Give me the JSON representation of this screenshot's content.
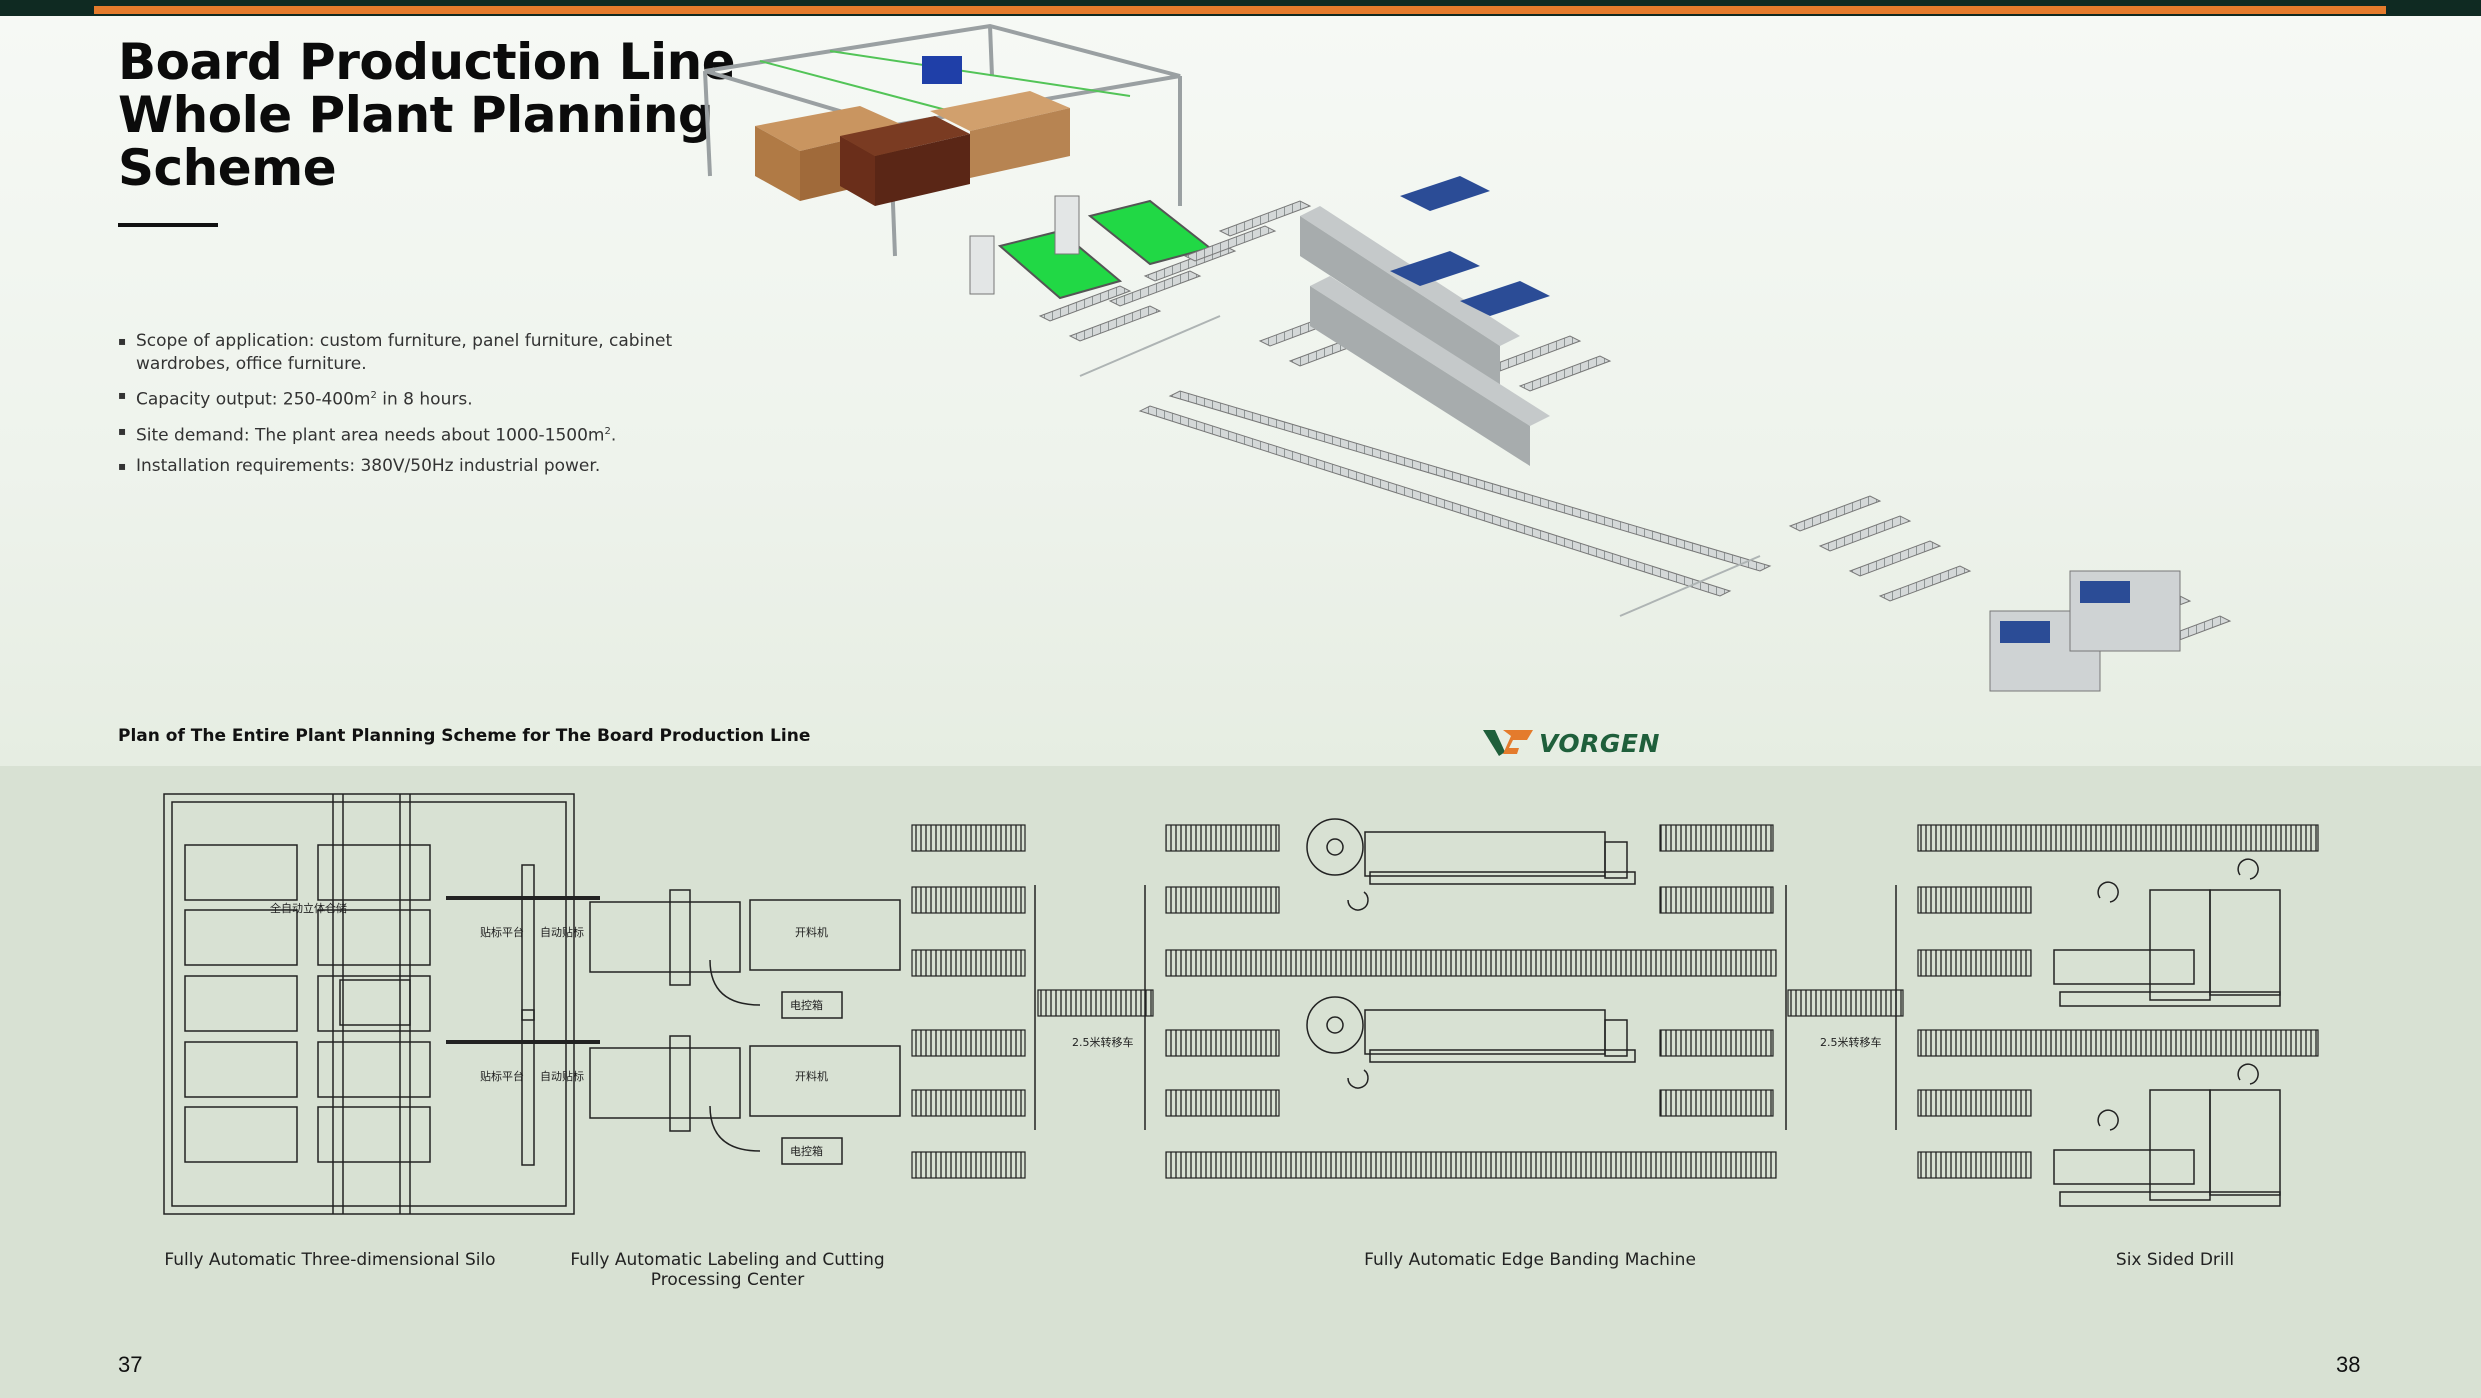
{
  "header": {
    "title_lines": [
      "Board Production Line",
      "Whole Plant Planning",
      "Scheme"
    ]
  },
  "bullets": [
    "Scope of application: custom furniture, panel furniture, cabinet wardrobes, office furniture.",
    {
      "before": "Capacity output: 250-400m",
      "sup": "2",
      "after": " in 8 hours."
    },
    {
      "before": "Site demand: The plant area needs about 1000-1500m",
      "sup": "2",
      "after": "."
    },
    "Installation requirements: 380V/50Hz industrial power."
  ],
  "plan_caption": "Plan of The Entire Plant Planning Scheme for The Board Production Line",
  "brand": {
    "name": "VORGEN",
    "color": "#1f5f3b",
    "icon": "vorgen-logo-icon"
  },
  "plan_labels": {
    "silo": "Fully Automatic Three-dimensional Silo",
    "cutting": "Fully Automatic Labeling and Cutting Processing Center",
    "edge": "Fully Automatic Edge Banding Machine",
    "drill": "Six Sided Drill"
  },
  "drawing_text": {
    "silo_tag": "全自动立体仓储",
    "cut_a": "贴标平台",
    "cut_b": "自动贴标",
    "cut_c": "开料机",
    "cut_d": "电控箱",
    "conveyor_a": "2.5米转移车",
    "conveyor_b": "2.5米转移车"
  },
  "pages": {
    "left": "37",
    "right": "38"
  },
  "colors": {
    "accent": "#e47b2c",
    "dark": "#0f2a22",
    "lower_bg": "#d8e1d3",
    "green_table": "#21d845"
  }
}
